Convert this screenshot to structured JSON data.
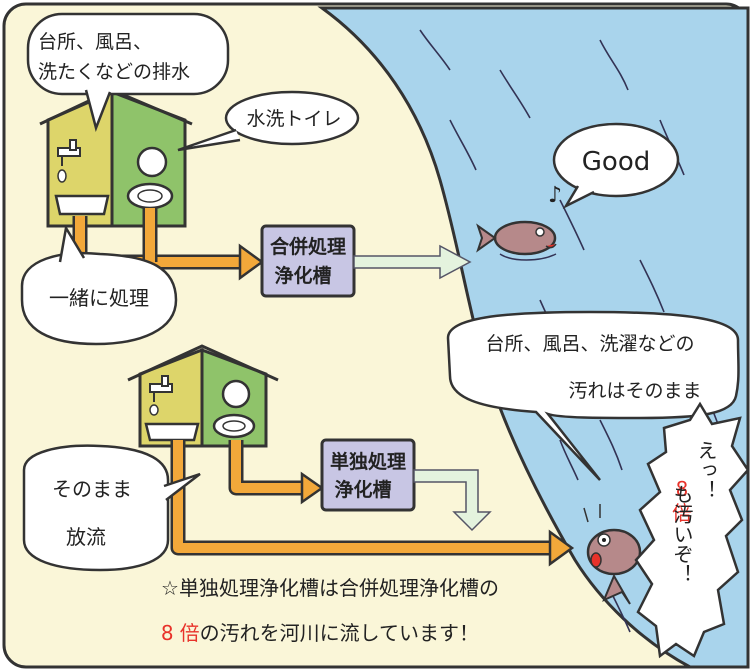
{
  "bubbles": {
    "kitchen_drain_line1": "台所、風呂、",
    "kitchen_drain_line2": "洗たくなどの排水",
    "toilet": "水洗トイレ",
    "good": "Good",
    "treat_together": "一緒に処理",
    "dirty_line1": "台所、風呂、洗濯などの",
    "dirty_line2": "汚れはそのまま",
    "discharge_line1": "そのまま",
    "discharge_line2": "放流",
    "surprise_line1": "えっ！",
    "surprise_num": "8",
    "surprise_bai": "倍",
    "surprise_line3": "も汚いぞ！"
  },
  "tanks": {
    "combined_line1": "合併処理",
    "combined_line2": "浄化槽",
    "single_line1": "単独処理",
    "single_line2": "浄化槽"
  },
  "caption": {
    "line1": "☆単独処理浄化槽は合併処理浄化槽の",
    "num": "8",
    "bai": "倍",
    "line2_rest": "の汚れを河川に流しています！"
  },
  "music_note": "♪",
  "colors": {
    "background": "#faf6d8",
    "river": "#a9d4ec",
    "pipe": "#f2a83a",
    "house_left": "#ddd56a",
    "house_right": "#8fc36a",
    "tank": "#c8c6e4",
    "accent_red": "#e8322a"
  }
}
